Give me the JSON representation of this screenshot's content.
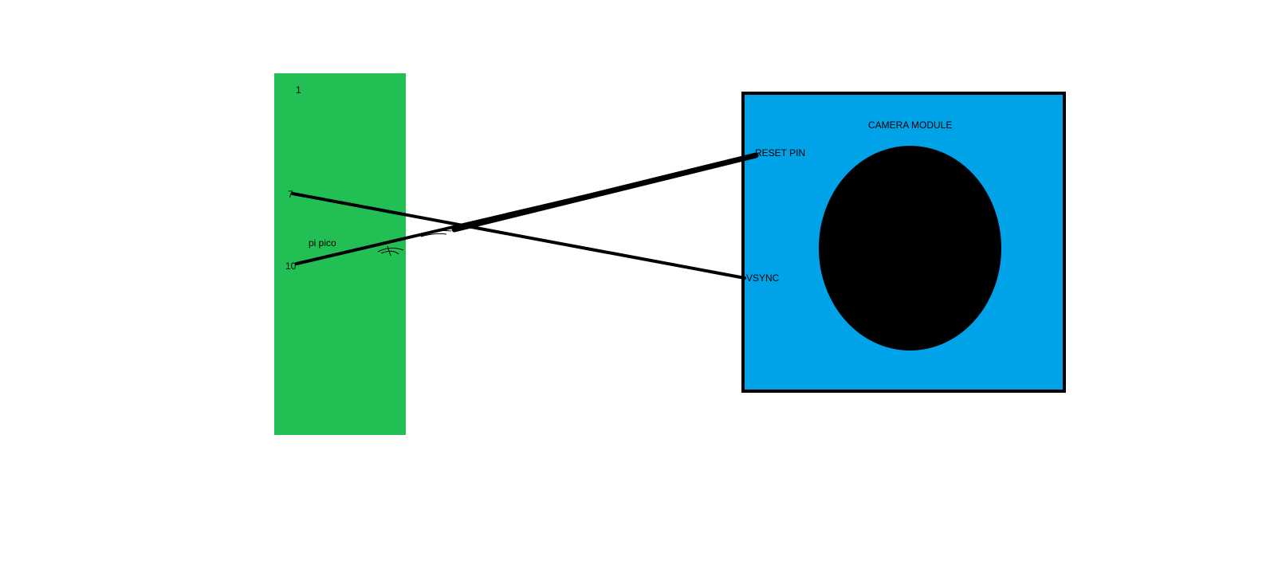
{
  "colors": {
    "background": "#ffffff",
    "pico_board": "#22bf55",
    "camera_body": "#00a2e8",
    "camera_lens": "#000000",
    "wire": "#000000"
  },
  "pico": {
    "name": "pi pico",
    "pin_top": "1",
    "pin_7": "7",
    "pin_10": "10"
  },
  "camera": {
    "title": "CAMERA MODULE",
    "reset_pin": "RESET PIN",
    "vsync": "VSYNC"
  }
}
